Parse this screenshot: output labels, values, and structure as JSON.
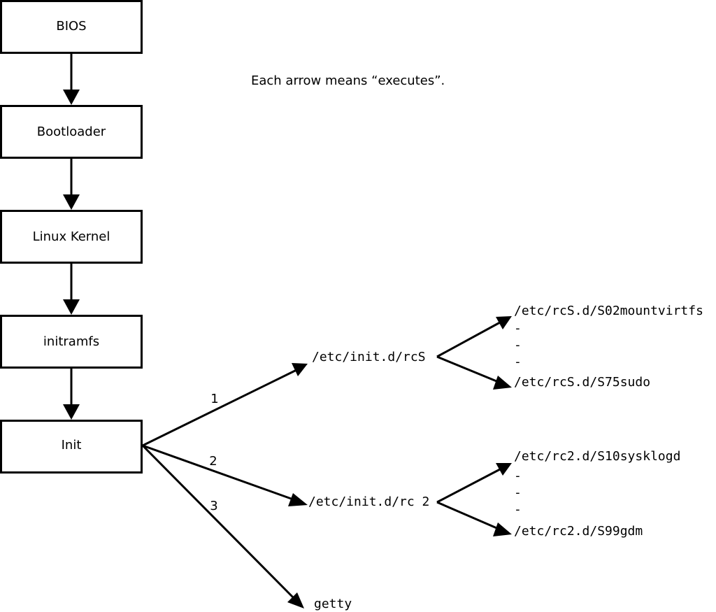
{
  "note": "Each arrow means “executes”.",
  "boot_chain": [
    {
      "label": "BIOS"
    },
    {
      "label": "Bootloader"
    },
    {
      "label": "Linux Kernel"
    },
    {
      "label": "initramfs"
    },
    {
      "label": "Init"
    }
  ],
  "edge_labels": [
    "1",
    "2",
    "3"
  ],
  "targets": {
    "rcS": "/etc/init.d/rcS",
    "rc2": "/etc/init.d/rc 2",
    "getty": "getty"
  },
  "rcS_scripts": {
    "first": "/etc/rcS.d/S02mountvirtfs",
    "dots": [
      "-",
      "-",
      "-"
    ],
    "last": "/etc/rcS.d/S75sudo"
  },
  "rc2_scripts": {
    "first": "/etc/rc2.d/S10sysklogd",
    "dots": [
      "-",
      "-",
      "-"
    ],
    "last": "/etc/rc2.d/S99gdm"
  }
}
